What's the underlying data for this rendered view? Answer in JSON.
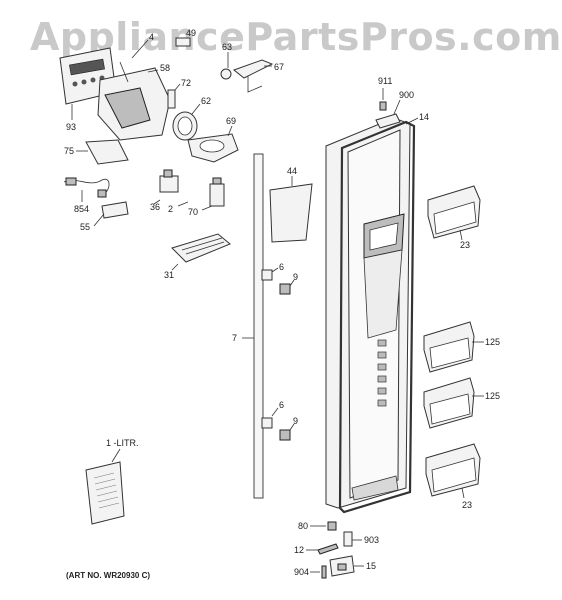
{
  "watermark": "AppliancePartsPros.com",
  "art_number": "(ART NO. WR20930 C)",
  "manual_label": "1 -LITR.",
  "labels": {
    "p93": "93",
    "p58": "58",
    "p4a": "4",
    "p49": "49",
    "p63": "63",
    "p67": "67",
    "p72": "72",
    "p62": "62",
    "p69": "69",
    "p75": "75",
    "p854": "854",
    "p55": "55",
    "p36": "36",
    "p2": "2",
    "p70": "70",
    "p31": "31",
    "p44": "44",
    "p6a": "6",
    "p9a": "9",
    "p7": "7",
    "p6b": "6",
    "p9b": "9",
    "p911": "911",
    "p900": "900",
    "p14": "14",
    "p23a": "23",
    "p125a": "125",
    "p125b": "125",
    "p23b": "23",
    "p80": "80",
    "p903": "903",
    "p12": "12",
    "p904": "904",
    "p15": "15"
  }
}
